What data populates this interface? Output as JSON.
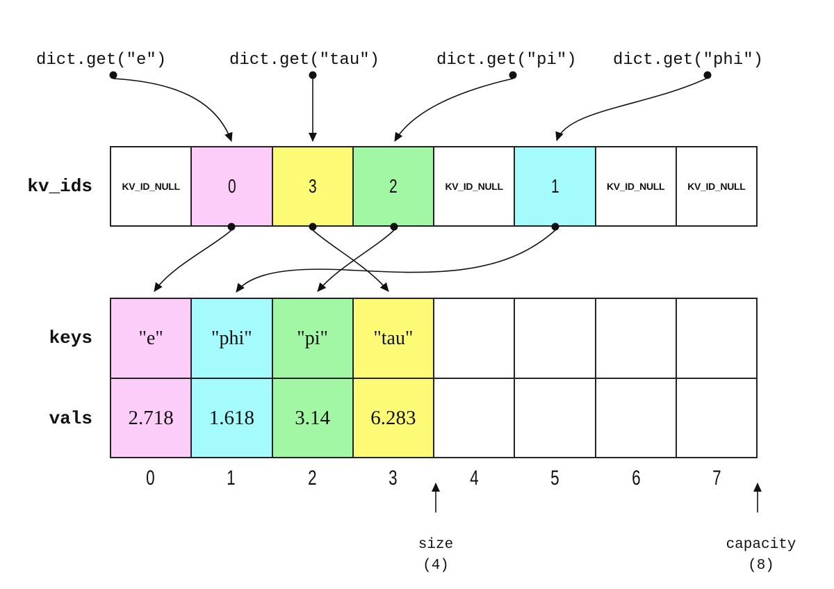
{
  "colors": {
    "pink": "#FDCDF9",
    "cyan": "#A5FAFC",
    "green": "#A2F7A5",
    "yellow": "#FDFB76",
    "white": "#FFFFFF",
    "ink": "#111111",
    "border": "#222222"
  },
  "queries": [
    {
      "id": "e",
      "label": "dict.get(\"e\")"
    },
    {
      "id": "tau",
      "label": "dict.get(\"tau\")"
    },
    {
      "id": "pi",
      "label": "dict.get(\"pi\")"
    },
    {
      "id": "phi",
      "label": "dict.get(\"phi\")"
    }
  ],
  "kv_ids": {
    "label": "kv_ids",
    "cells": [
      {
        "text": "KV_ID_NULL",
        "color": "white"
      },
      {
        "text": "0",
        "color": "pink"
      },
      {
        "text": "3",
        "color": "yellow"
      },
      {
        "text": "2",
        "color": "green"
      },
      {
        "text": "KV_ID_NULL",
        "color": "white"
      },
      {
        "text": "1",
        "color": "cyan"
      },
      {
        "text": "KV_ID_NULL",
        "color": "white"
      },
      {
        "text": "KV_ID_NULL",
        "color": "white"
      }
    ]
  },
  "keys": {
    "label": "keys",
    "cells": [
      {
        "text": "\"e\"",
        "color": "pink"
      },
      {
        "text": "\"phi\"",
        "color": "cyan"
      },
      {
        "text": "\"pi\"",
        "color": "green"
      },
      {
        "text": "\"tau\"",
        "color": "yellow"
      },
      {
        "text": "",
        "color": "white"
      },
      {
        "text": "",
        "color": "white"
      },
      {
        "text": "",
        "color": "white"
      },
      {
        "text": "",
        "color": "white"
      }
    ]
  },
  "vals": {
    "label": "vals",
    "cells": [
      {
        "text": "2.718",
        "color": "pink"
      },
      {
        "text": "1.618",
        "color": "cyan"
      },
      {
        "text": "3.14",
        "color": "green"
      },
      {
        "text": "6.283",
        "color": "yellow"
      },
      {
        "text": "",
        "color": "white"
      },
      {
        "text": "",
        "color": "white"
      },
      {
        "text": "",
        "color": "white"
      },
      {
        "text": "",
        "color": "white"
      }
    ]
  },
  "indices": [
    "0",
    "1",
    "2",
    "3",
    "4",
    "5",
    "6",
    "7"
  ],
  "size": {
    "label": "size",
    "value": "(4)"
  },
  "capacity": {
    "label": "capacity",
    "value": "(8)"
  }
}
